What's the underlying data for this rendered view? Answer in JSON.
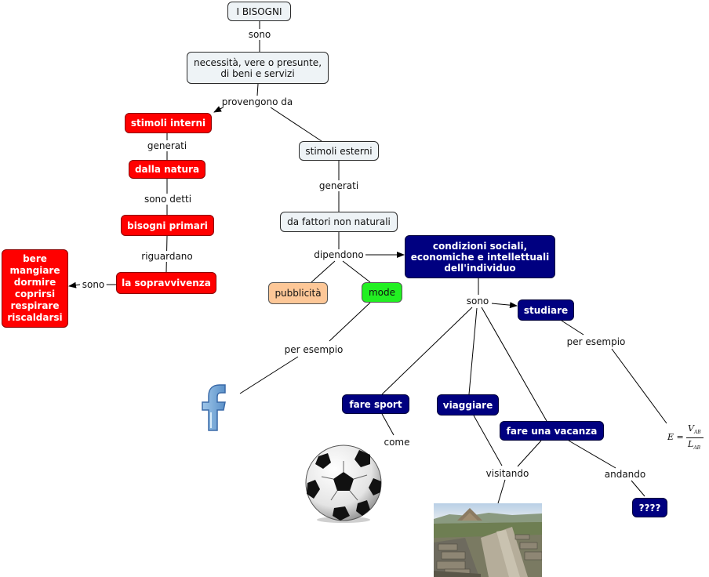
{
  "nodes": {
    "bisogni": "I BISOGNI",
    "necessita_1": "necessità, vere o presunte,",
    "necessita_2": "di beni e servizi",
    "stimoli_interni": "stimoli interni",
    "stimoli_esterni": "stimoli esterni",
    "dalla_natura": "dalla natura",
    "fattori_non_naturali": "da fattori non naturali",
    "bisogni_primari": "bisogni primari",
    "sopravvivenza": "la sopravvivenza",
    "elenco": [
      "bere",
      "mangiare",
      "dormire",
      "coprirsi",
      "respirare",
      "riscaldarsi"
    ],
    "condizioni_1": "condizioni sociali,",
    "condizioni_2": "economiche e intellettuali",
    "condizioni_3": "dell'individuo",
    "pubblicita": "pubblicità",
    "mode": "mode",
    "studiare": "studiare",
    "fare_sport": "fare sport",
    "viaggiare": "viaggiare",
    "fare_vacanza": "fare una vacanza",
    "domande": "????"
  },
  "links": {
    "sono_1": "sono",
    "provengono_da": "provengono da",
    "generati_1": "generati",
    "generati_2": "generati",
    "sono_detti": "sono detti",
    "riguardano": "riguardano",
    "sono_2": "sono",
    "dipendono": "dipendono",
    "sono_3": "sono",
    "per_esempio_1": "per esempio",
    "per_esempio_2": "per esempio",
    "come": "come",
    "visitando": "visitando",
    "andando": "andando"
  },
  "formula": {
    "lhs": "E =",
    "num": "V",
    "num_sub": "AB",
    "den": "L",
    "den_sub": "AB"
  },
  "images": {
    "facebook": "facebook-logo-icon",
    "ball": "soccer-ball-image",
    "photo": "pyramid-site-photo"
  },
  "colors": {
    "red_node": "#ff0000",
    "navy_node": "#000080",
    "light_node": "#eef3f6",
    "peach_node": "#fdc797",
    "green_node": "#22f022"
  }
}
